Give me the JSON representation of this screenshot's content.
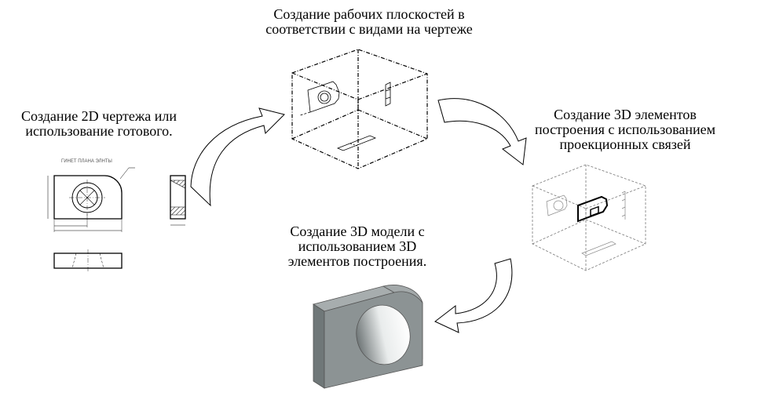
{
  "steps": [
    {
      "lines": [
        "Создание 2D чертежа или",
        "использование готового."
      ]
    },
    {
      "lines": [
        "Создание рабочих плоскостей в",
        "соответствии с видами на чертеже"
      ]
    },
    {
      "lines": [
        "Создание 3D элементов",
        "построения с использованием",
        "проекционных связей"
      ]
    },
    {
      "lines": [
        "Создание 3D модели с",
        "использованием 3D",
        "элементов построения."
      ]
    }
  ],
  "drawing_title": "ГИНЕТ ПЛАНА ЭЛНТЫ",
  "colors": {
    "solid_body": "#8c9394",
    "arrow_fill": "#ffffff",
    "line": "#000000"
  }
}
